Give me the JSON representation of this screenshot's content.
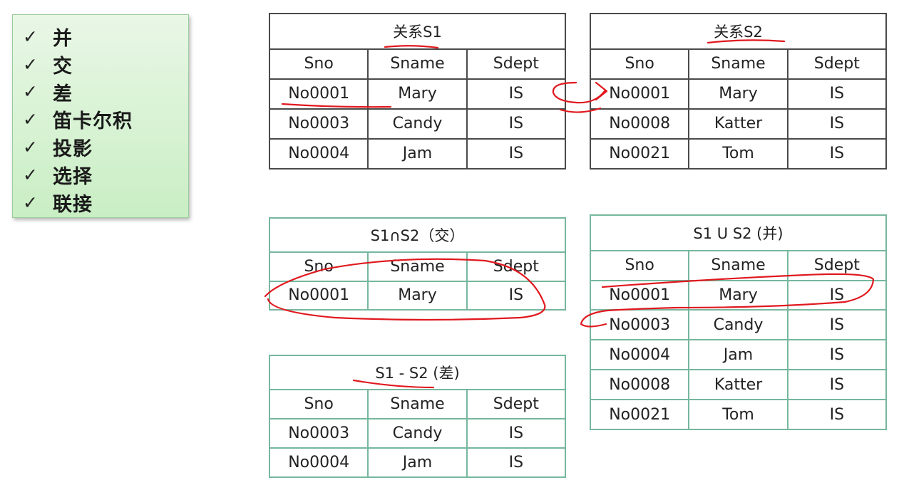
{
  "operations": [
    "并",
    "交",
    "差",
    "笛卡尔积",
    "投影",
    "选择",
    "联接"
  ],
  "check_mark": "✓",
  "tables": {
    "s1": {
      "title": "关系S1",
      "headers": [
        "Sno",
        "Sname",
        "Sdept"
      ],
      "rows": [
        [
          "No0001",
          "Mary",
          "IS"
        ],
        [
          "No0003",
          "Candy",
          "IS"
        ],
        [
          "No0004",
          "Jam",
          "IS"
        ]
      ]
    },
    "s2": {
      "title": "关系S2",
      "headers": [
        "Sno",
        "Sname",
        "Sdept"
      ],
      "rows": [
        [
          "No0001",
          "Mary",
          "IS"
        ],
        [
          "No0008",
          "Katter",
          "IS"
        ],
        [
          "No0021",
          "Tom",
          "IS"
        ]
      ]
    },
    "intersection": {
      "title": "S1∩S2（交）",
      "headers": [
        "Sno",
        "Sname",
        "Sdept"
      ],
      "rows": [
        [
          "No0001",
          "Mary",
          "IS"
        ]
      ]
    },
    "difference": {
      "title": "S1  - S2 (差)",
      "headers": [
        "Sno",
        "Sname",
        "Sdept"
      ],
      "rows": [
        [
          "No0003",
          "Candy",
          "IS"
        ],
        [
          "No0004",
          "Jam",
          "IS"
        ]
      ]
    },
    "union": {
      "title": "S1 U S2 (并)",
      "headers": [
        "Sno",
        "Sname",
        "Sdept"
      ],
      "rows": [
        [
          "No0001",
          "Mary",
          "IS"
        ],
        [
          "No0003",
          "Candy",
          "IS"
        ],
        [
          "No0004",
          "Jam",
          "IS"
        ],
        [
          "No0008",
          "Katter",
          "IS"
        ],
        [
          "No0021",
          "Tom",
          "IS"
        ]
      ]
    }
  },
  "colors": {
    "annotation": "#e0191f",
    "dark_border": "#4a4a4a",
    "green_border": "#76b79e",
    "ops_background": "#d4f1cf"
  }
}
